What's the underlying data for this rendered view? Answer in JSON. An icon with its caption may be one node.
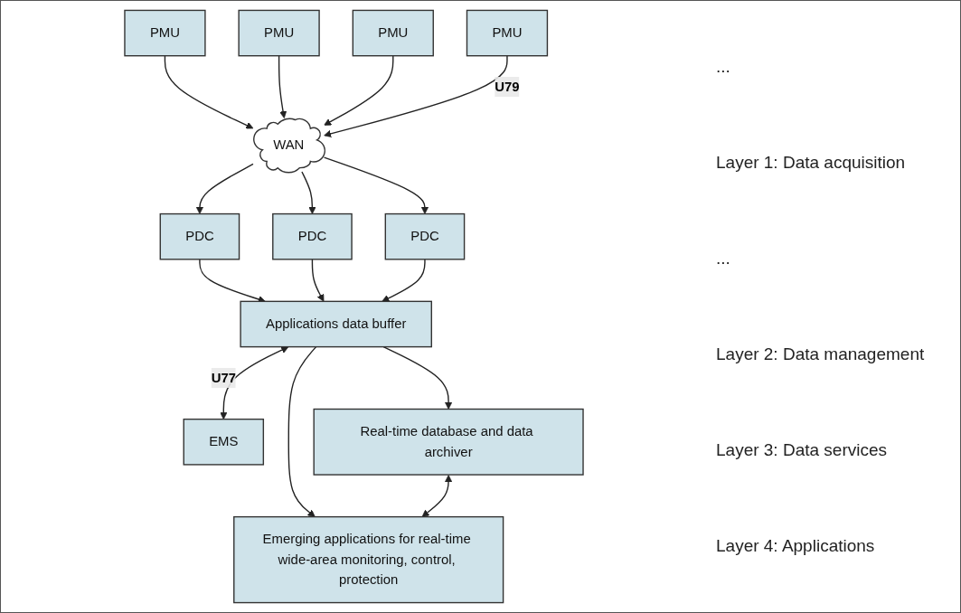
{
  "diagram": {
    "nodes": [
      {
        "text": [
          "PMU"
        ]
      },
      {
        "text": [
          "PMU"
        ]
      },
      {
        "text": [
          "PMU"
        ]
      },
      {
        "text": [
          "PMU"
        ]
      },
      {
        "text": [
          "WAN"
        ]
      },
      {
        "text": [
          "PDC"
        ]
      },
      {
        "text": [
          "PDC"
        ]
      },
      {
        "text": [
          "PDC"
        ]
      },
      {
        "text": [
          "Applications data buffer"
        ]
      },
      {
        "text": [
          "EMS"
        ]
      },
      {
        "text": [
          "Real-time database and data archiver"
        ]
      },
      {
        "text": [
          "Emerging applications for real-time wide-area monitoring, control, protection"
        ]
      }
    ],
    "edges": [
      {
        "from": 0,
        "to": 4,
        "arrow": "to"
      },
      {
        "from": 1,
        "to": 4,
        "arrow": "to"
      },
      {
        "from": 2,
        "to": 4,
        "arrow": "to"
      },
      {
        "from": 3,
        "to": 4,
        "arrow": "to",
        "label": "U79"
      },
      {
        "from": 4,
        "to": 5,
        "arrow": "to"
      },
      {
        "from": 4,
        "to": 6,
        "arrow": "to"
      },
      {
        "from": 4,
        "to": 7,
        "arrow": "to"
      },
      {
        "from": 5,
        "to": 8,
        "arrow": "to"
      },
      {
        "from": 6,
        "to": 8,
        "arrow": "to"
      },
      {
        "from": 7,
        "to": 8,
        "arrow": "to"
      },
      {
        "from": 8,
        "to": 9,
        "arrow": "both",
        "label": "U77"
      },
      {
        "from": 8,
        "to": 10,
        "arrow": "to"
      },
      {
        "from": 8,
        "to": 11,
        "arrow": "to"
      },
      {
        "from": 10,
        "to": 11,
        "arrow": "both"
      }
    ],
    "labels": [
      "...",
      "Layer 1: Data acquisition",
      "...",
      "Layer 2: Data management",
      "Layer 3: Data services",
      "Layer 4: Applications"
    ]
  }
}
